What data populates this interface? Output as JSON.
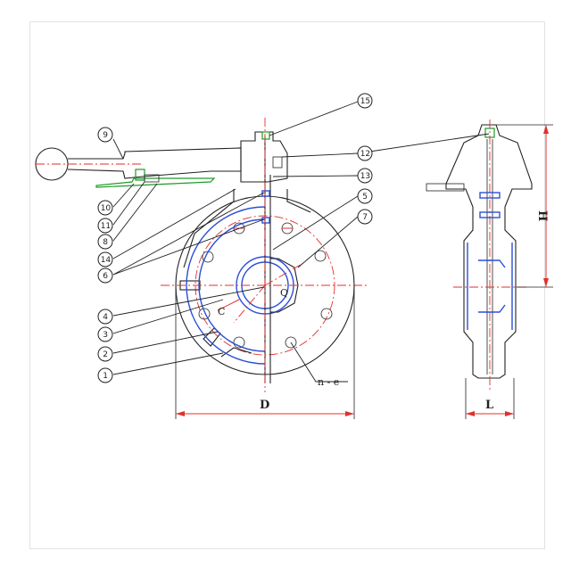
{
  "figure": {
    "balloons": [
      "15",
      "9",
      "12",
      "13",
      "5",
      "7",
      "10",
      "11",
      "8",
      "14",
      "6",
      "4",
      "3",
      "2",
      "1"
    ],
    "dimensions": {
      "D": "D",
      "L": "L",
      "H": "H",
      "n_e": "n - e",
      "C": "C",
      "Q": "Q"
    }
  },
  "colors": {
    "outline": "#222222",
    "centerline": "#e0312c",
    "seal": "#2a4fd8",
    "handle_plate": "#1f9a2a"
  }
}
